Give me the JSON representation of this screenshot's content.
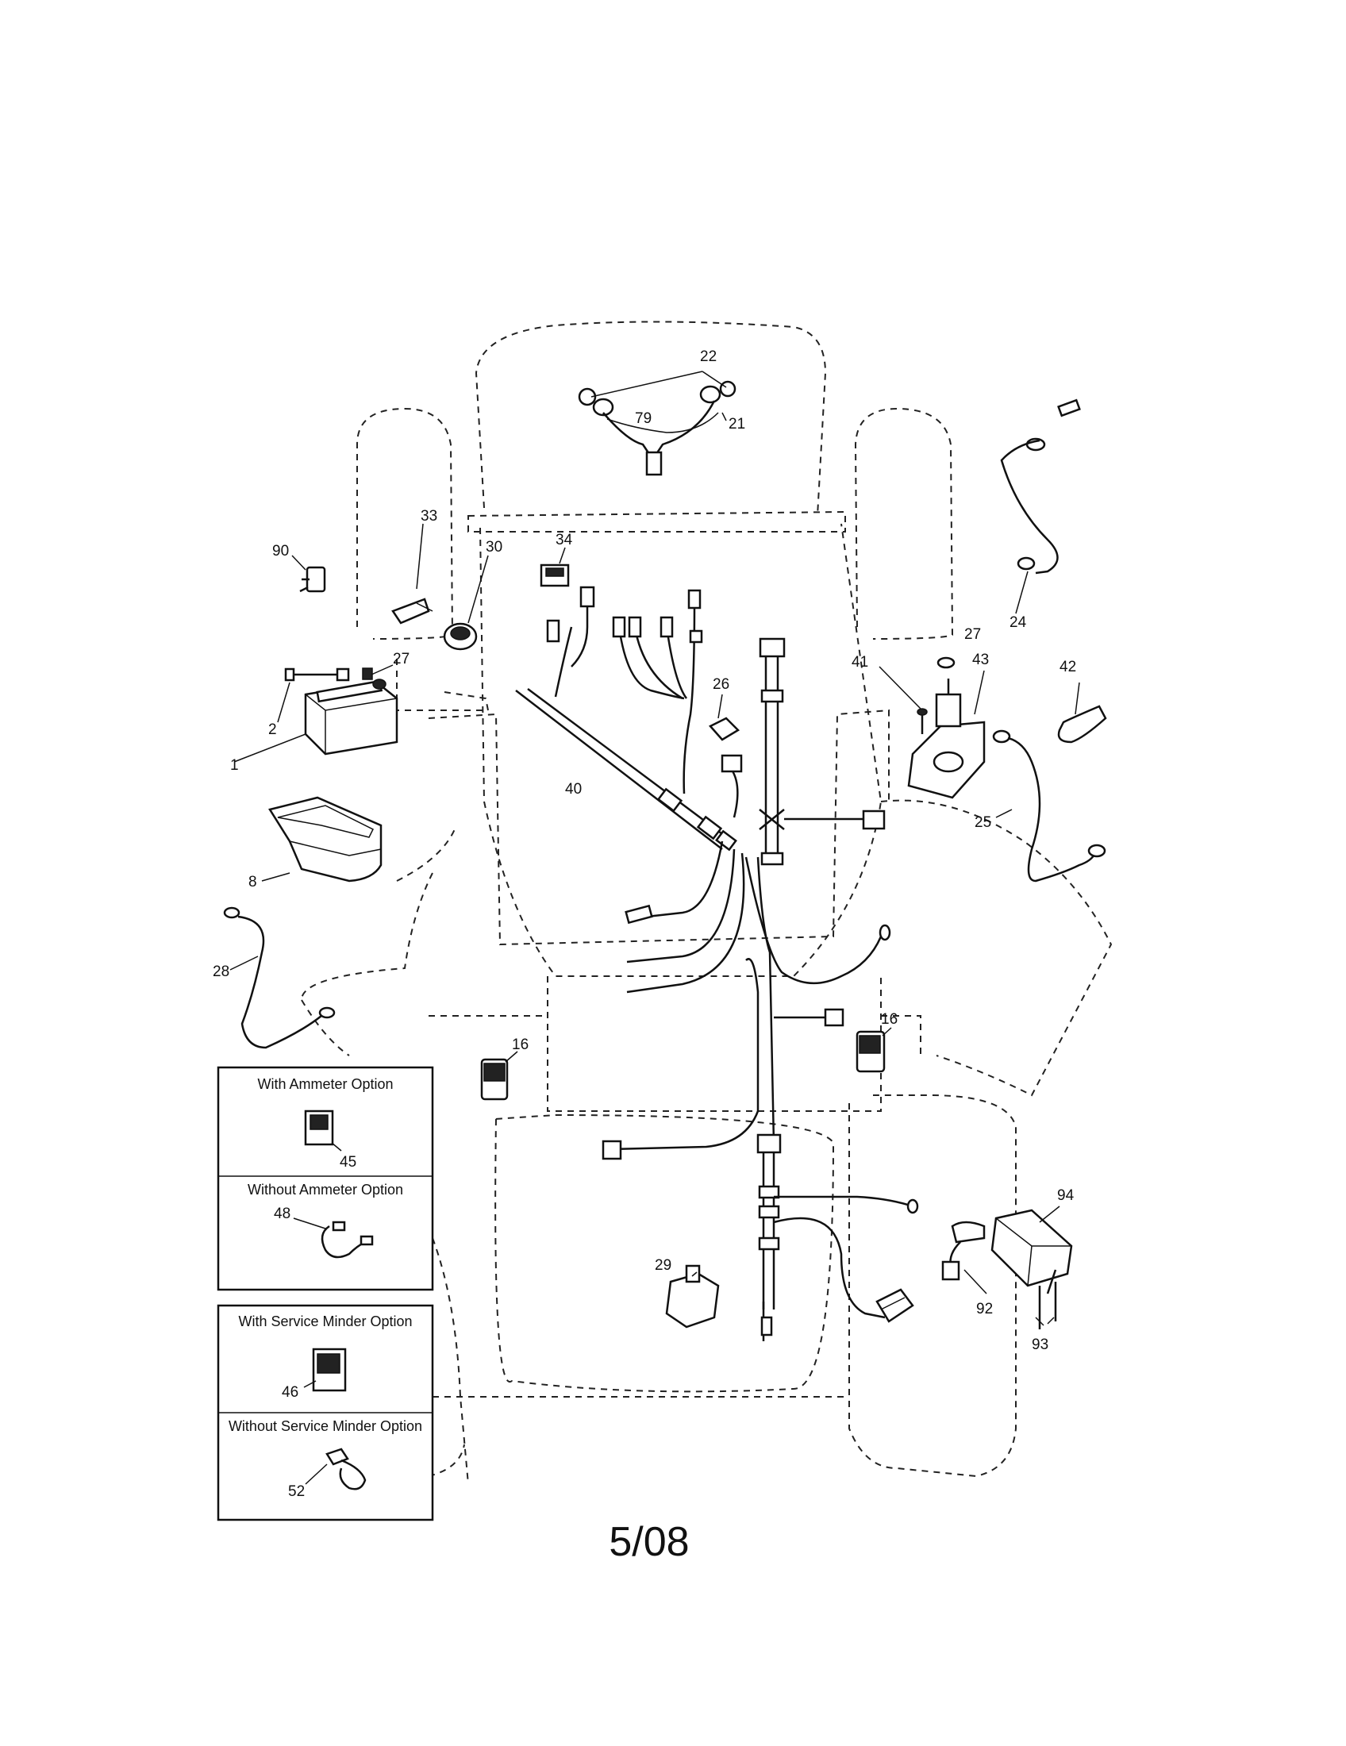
{
  "callouts": [
    {
      "id": "c22",
      "label": "22"
    },
    {
      "id": "c79",
      "label": "79"
    },
    {
      "id": "c21",
      "label": "21"
    },
    {
      "id": "c33",
      "label": "33"
    },
    {
      "id": "c90",
      "label": "90"
    },
    {
      "id": "c30",
      "label": "30"
    },
    {
      "id": "c34",
      "label": "34"
    },
    {
      "id": "c27a",
      "label": "27"
    },
    {
      "id": "c2",
      "label": "2"
    },
    {
      "id": "c1",
      "label": "1"
    },
    {
      "id": "c8",
      "label": "8"
    },
    {
      "id": "c28",
      "label": "28"
    },
    {
      "id": "c40",
      "label": "40"
    },
    {
      "id": "c26",
      "label": "26"
    },
    {
      "id": "c24",
      "label": "24"
    },
    {
      "id": "c27b",
      "label": "27"
    },
    {
      "id": "c41",
      "label": "41"
    },
    {
      "id": "c43",
      "label": "43"
    },
    {
      "id": "c42",
      "label": "42"
    },
    {
      "id": "c25",
      "label": "25"
    },
    {
      "id": "c16a",
      "label": "16"
    },
    {
      "id": "c16b",
      "label": "16"
    },
    {
      "id": "c29",
      "label": "29"
    },
    {
      "id": "c94",
      "label": "94"
    },
    {
      "id": "c92",
      "label": "92"
    },
    {
      "id": "c93",
      "label": "93"
    },
    {
      "id": "c45",
      "label": "45"
    },
    {
      "id": "c48",
      "label": "48"
    },
    {
      "id": "c46",
      "label": "46"
    },
    {
      "id": "c52",
      "label": "52"
    }
  ],
  "option_boxes": {
    "with_ammeter": "With Ammeter Option",
    "without_ammeter": "Without Ammeter Option",
    "with_service_minder": "With Service Minder Option",
    "without_service_minder": "Without Service Minder Option"
  },
  "footer": {
    "date_code": "5/08"
  }
}
